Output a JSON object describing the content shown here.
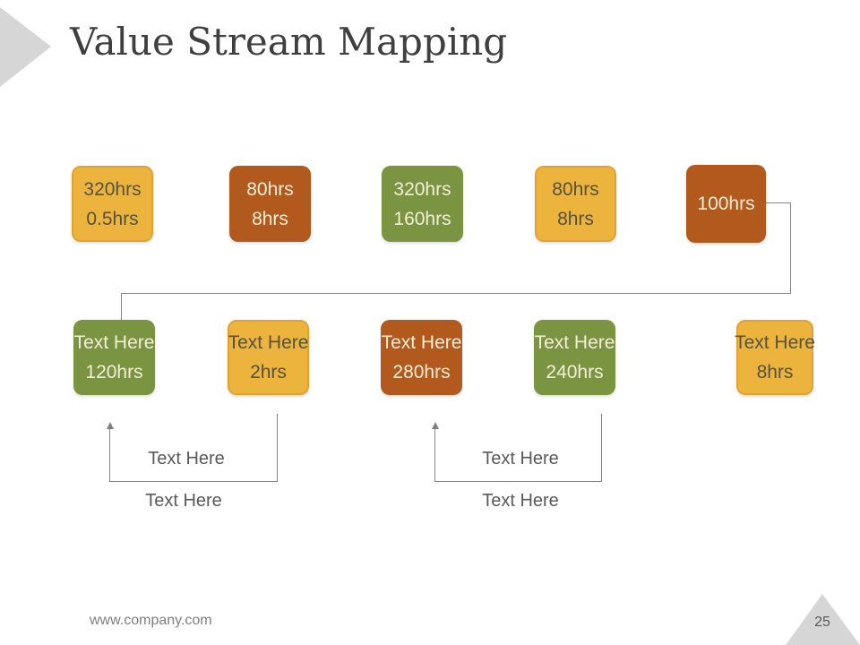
{
  "slide": {
    "title": "Value Stream Mapping",
    "footer_url": "www.company.com",
    "page_number": "25"
  },
  "colors": {
    "yellow_box": "#ecb43c",
    "yellow_box_border": "#e0a332",
    "orange_box": "#b25a1d",
    "green_box": "#7a9441",
    "cream_text": "#f3eed8",
    "dark_text_on_yellow": "#55523f",
    "connector_line": "#848484",
    "callout_text": "#595959",
    "title_text": "#3f3f3f",
    "accent_triangle": "#d6d6d6"
  },
  "top_row": [
    {
      "value1": "320hrs",
      "value2": "0.5hrs",
      "color": "#ecb43c"
    },
    {
      "value1": "80hrs",
      "value2": "8hrs",
      "color": "#b25a1d"
    },
    {
      "value1": "320hrs",
      "value2": "160hrs",
      "color": "#7a9441"
    },
    {
      "value1": "80hrs",
      "value2": "8hrs",
      "color": "#ecb43c"
    },
    {
      "value1": "100hrs",
      "value2": "",
      "color": "#b25a1d"
    }
  ],
  "bottom_row": [
    {
      "value1": "Text Here",
      "value2": "120hrs",
      "color": "#7a9441"
    },
    {
      "value1": "Text Here",
      "value2": "2hrs",
      "color": "#ecb43c"
    },
    {
      "value1": "Text Here",
      "value2": "280hrs",
      "color": "#b25a1d"
    },
    {
      "value1": "Text Here",
      "value2": "240hrs",
      "color": "#7a9441"
    },
    {
      "value1": "Text Here",
      "value2": "8hrs",
      "color": "#ecb43c"
    }
  ],
  "callouts": [
    {
      "inside_label": "Text Here",
      "below_label": "Text Here"
    },
    {
      "inside_label": "Text Here",
      "below_label": "Text Here"
    }
  ]
}
